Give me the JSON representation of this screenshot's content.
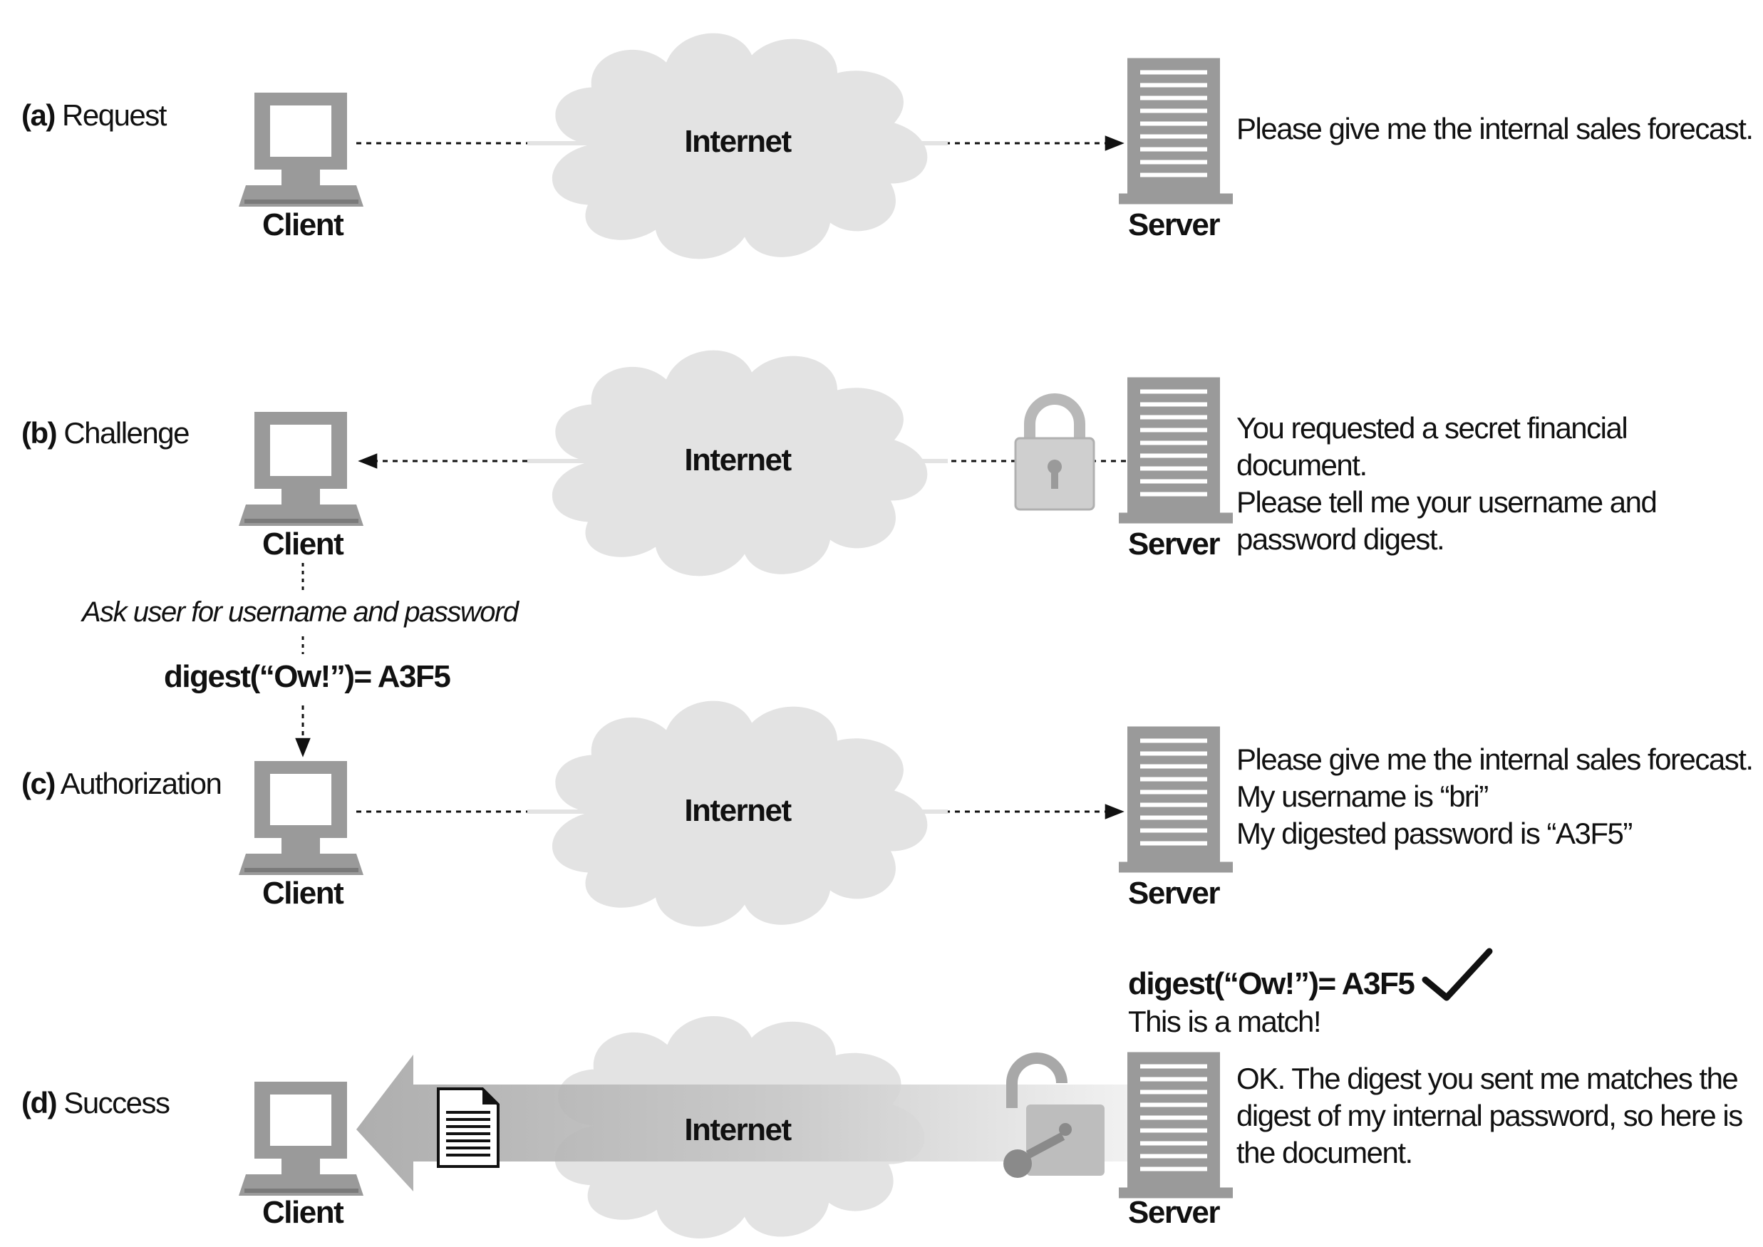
{
  "rows": [
    {
      "id": "a",
      "letter": "(a)",
      "name": "Request",
      "client": "Client",
      "server": "Server",
      "cloud": "Internet",
      "message": "Please give me the internal sales forecast."
    },
    {
      "id": "b",
      "letter": "(b)",
      "name": "Challenge",
      "client": "Client",
      "server": "Server",
      "cloud": "Internet",
      "message": "You requested a secret financial document.\nPlease tell me your username and\npassword digest."
    },
    {
      "id": "c",
      "letter": "(c)",
      "name": "Authorization",
      "client": "Client",
      "server": "Server",
      "cloud": "Internet",
      "message": "Please give me the internal sales forecast.\nMy username is “bri”\nMy digested password is “A3F5”"
    },
    {
      "id": "d",
      "letter": "(d)",
      "name": "Success",
      "client": "Client",
      "server": "Server",
      "cloud": "Internet",
      "message": "OK. The digest you sent me matches the\ndigest of my internal password, so here is\nthe document."
    }
  ],
  "client_steps": {
    "ask_user": "Ask user for username and  password",
    "digest": "digest(“Ow!”)= A3F5"
  },
  "server_check": {
    "digest": "digest(“Ow!”)= A3F5",
    "match": "This is a match!"
  },
  "icons": [
    "computer-icon",
    "cloud-icon",
    "server-icon",
    "padlock-closed-icon",
    "padlock-open-icon",
    "document-icon",
    "checkmark-icon",
    "arrow-icon"
  ],
  "colors": {
    "icon_gray": "#9a9a9a",
    "cloud_fill": "#e3e3e3",
    "text": "#111111"
  }
}
